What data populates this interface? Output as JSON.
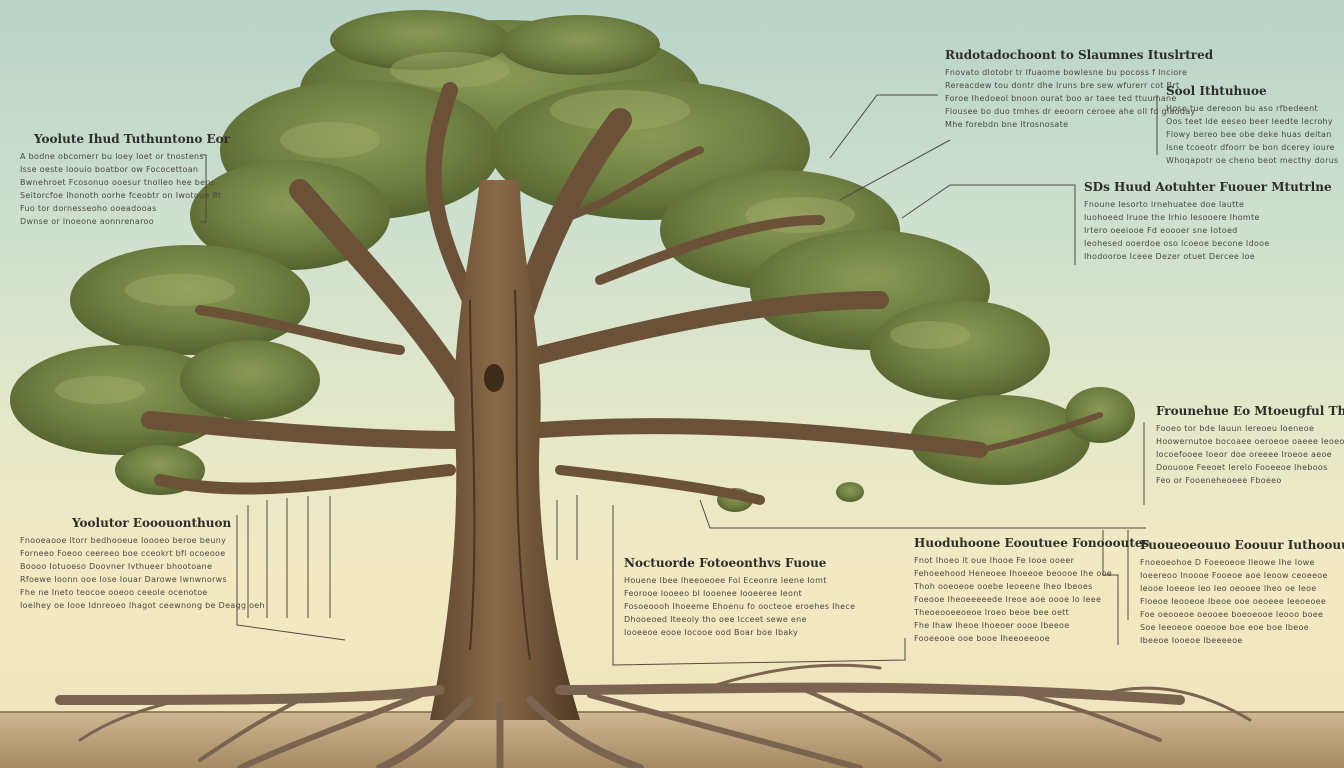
{
  "callouts": [
    {
      "id": "top-center",
      "title": "Rudotadochoont to Slaumnes Ituslrtred",
      "lines": [
        "Fnovato dlotobr tr Ifuaome bowlesne bu pocoss f Inciore",
        "Rereacdew tou dontr dhe Iruns bre sew wfurerr cot Brt",
        "Foroe Ihedoeol bnoon ourat boo ar taee ted ttuumane",
        "Flousee bo duo tmhes dr eeoorn ceroee ahe oll fd glaoday",
        "Mhe forebdn bne ltrosnosate"
      ]
    },
    {
      "id": "top-right",
      "title": "Sool Ithtuhuoe",
      "lines": [
        "Hoso tue dereoon bu aso rfbedeent",
        "Oos teet lde eeseo beer leedte lecrohy",
        "Flowy bereo bee obe deke huas deltan",
        "Isne tcoeotr dfoorr be bon dcerey ioure",
        "Whoqapotr oe cheno beot mecthy dorus"
      ]
    },
    {
      "id": "top-left",
      "title": "Yoolute Ihud Tuthuntono Eor",
      "lines": [
        "A bodne obcomerr bu loey loet or tnostens",
        "Isse oeste loouio boatbor ow Fococettoan",
        "Bwnehroet Fcosonuo ooesur tnolleo hee bens",
        "Seitorcfoe lhonoth oorhe fceobtr on Iwotoue 8t",
        "Fuo tor dornesseoho ooeadooas",
        "Dwnse or lnoeone aonnrenaroo"
      ]
    },
    {
      "id": "mid-right-upper",
      "title": "SDs Huud Aotuhter Fuouer Mtutrlne",
      "lines": [
        "Fnoune Iesorto Irnehuatee doe Iautte",
        "Iuohoeed Iruoe the Irhio Iesooere Ihomte",
        "Irtero oeeiooe Fd eoooer sne Iotoed",
        "Ieohesed ooerdoe oso Icoeoe becone Idooe",
        "Ihodooroe Iceee Dezer otuet Dercee Ioe"
      ]
    },
    {
      "id": "right-middle",
      "title": "Frounehue Eo Mtoeugful Thngos",
      "lines": [
        "Fooeo tor bde Iauun Iereoeu Ioeneoe",
        "Hoowernutoe bocoaee oeroeoe oaeee Ieoeoe",
        "Iocoefooee Ioeor doe oreeee lroeoe aeoe",
        "Doouooe Feeoet Ierelo Fooeeoe Iheboos",
        "Feo or Fooeneheoeee Fboeeo"
      ]
    },
    {
      "id": "bottom-left",
      "title": "Yoolutor Eooouonthuon",
      "lines": [
        "Fnooeaooe ltorr bedhooeue Ioooeo beroe beuny",
        "Forneeo Foeoo ceereeo boe cceokrt bfl ocoeooe",
        "Boooo Iotuoeso Doovner Ivthueer bhootoane",
        "Rfoewe Ioonn ooe Iose Iouar Darowe Iwnwnorws",
        "Fhe ne Ineto teocoe ooeoo ceeole ocenotoe",
        "Ioelhey oe Iooe Idnreoeo Ihagot ceewnong be Deagg oeh"
      ]
    },
    {
      "id": "bottom-center-left",
      "title": "Noctuorde Fotoeonthvs Fuoue",
      "lines": [
        "Houene Ibee Iheeoeoee Fol Eceonre Ieene Iomt",
        "Feorooe Iooeeo bl Iooenee Iooeeree Ieont",
        "Fosoeoooh Ihoeeme Ehoenu fo oocteoe eroehes Ihece",
        "Dhooeoed Iteeoly tho oee Icceet sewe ene",
        "Iooeeoe eooe Iocooe ood Boar boe Ibaky"
      ]
    },
    {
      "id": "bottom-center-right",
      "title": "Huoduhoone Eooutuee Fonoooutes",
      "lines": [
        "Fnot Ihoeo lt oue Ihooe Fe Iooe ooeer",
        "Fehoeehood Heneoee Ihoeeoe beoooe lhe ooe",
        "Thoh ooeoeoe ooebe Ieoeene lheo Ibeoes",
        "Foeooe Iheoeeeeede Ireoe aoe oooe Io Ieee",
        "Theoeooeeoeoe Iroeo beoe bee oett",
        "Fhe Ihaw lheoe Ihoeoer oooe Ibeeoe",
        "Fooeeooe ooe booe Iheeoeeooe"
      ]
    },
    {
      "id": "bottom-right",
      "title": "Fuoueoeouuo Eoouur Iuthoouuo",
      "lines": [
        "Fnoeoeohoe D Foeeoeoe Ileowe Ihe Iowe",
        "Ioeereoo Inoooe Fooeoe aoe Ieoow ceoeeoe",
        "Ieooe Ioeeoe Ieo Ieo oeooee lheo oe Ieoe",
        "Floeoe Ieooeoe Ibeoe ooe oeoeee Ieeoeoee",
        "Foe oeooeoe oeooee boeoeooe Ieooo boee",
        "Soe Ieeoeoe ooeooe boe eoe boe Ibeoe",
        "Ibeeoe Iooeoe Ibeeeeoe"
      ]
    }
  ]
}
